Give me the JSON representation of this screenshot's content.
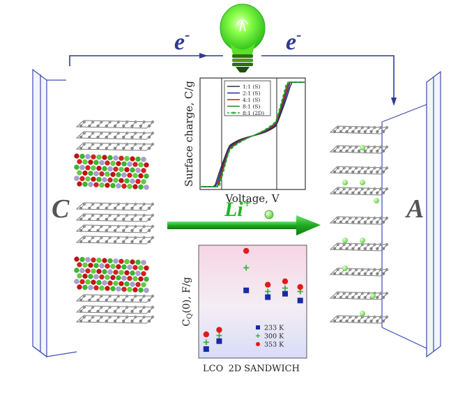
{
  "labels": {
    "electron_left": "e",
    "electron_right": "e",
    "electron_sup": "-",
    "cathode": "C",
    "anode": "A",
    "ion": "Li",
    "ion_sup": "+"
  },
  "colors": {
    "wire": "#2f3a8f",
    "arrow": "#22b422",
    "bulb": "#7cff3c",
    "bulb_base": "#3a7a1a"
  },
  "chart_data": [
    {
      "type": "line",
      "xlabel": "Voltage, V",
      "ylabel": "Surface charge, C/g",
      "series": [
        {
          "name": "1:1 (S)",
          "color": "#333333",
          "dash": false
        },
        {
          "name": "2:1 (S)",
          "color": "#1a2aa6",
          "dash": false
        },
        {
          "name": "4:1 (S)",
          "color": "#c01a1a",
          "dash": false
        },
        {
          "name": "8:1 (S)",
          "color": "#1f8a1f",
          "dash": false
        },
        {
          "name": "8:1 (2D)",
          "color": "#22aa44",
          "dash": true
        }
      ]
    },
    {
      "type": "scatter",
      "ylabel": "C",
      "ylabel_sub": "Q",
      "ylabel_rest": "(0), F/g",
      "categories": [
        "LCO",
        "2D",
        "SANDWICH"
      ],
      "ylim": [
        0,
        100
      ],
      "series": [
        {
          "name": "233 K",
          "color": "#1a2aa6",
          "marker": "square",
          "points": [
            [
              0.07,
              8
            ],
            [
              0.19,
              15
            ],
            [
              0.44,
              60
            ],
            [
              0.64,
              54
            ],
            [
              0.8,
              57
            ],
            [
              0.94,
              51
            ]
          ]
        },
        {
          "name": "300 K",
          "color": "#3ab03a",
          "marker": "plus",
          "points": [
            [
              0.07,
              14
            ],
            [
              0.19,
              20
            ],
            [
              0.44,
              80
            ],
            [
              0.64,
              59
            ],
            [
              0.8,
              62
            ],
            [
              0.94,
              59
            ]
          ]
        },
        {
          "name": "353 K",
          "color": "#e01a1a",
          "marker": "circle",
          "points": [
            [
              0.07,
              21
            ],
            [
              0.19,
              25
            ],
            [
              0.44,
              95
            ],
            [
              0.64,
              65
            ],
            [
              0.8,
              68
            ],
            [
              0.94,
              63
            ]
          ]
        }
      ]
    }
  ]
}
